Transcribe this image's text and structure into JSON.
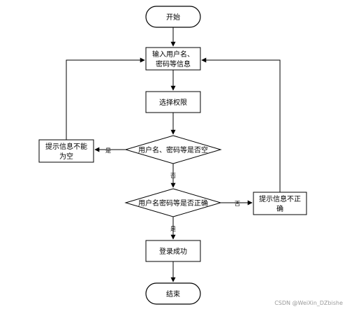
{
  "nodes": {
    "start": {
      "label": "开始"
    },
    "input": {
      "line1": "输入用户名、",
      "line2": "密码等信息"
    },
    "select": {
      "label": "选择权限"
    },
    "check_empty": {
      "label": "用户名、密码等是否空"
    },
    "empty_msg": {
      "line1": "提示信息不能",
      "line2": "为空"
    },
    "check_correct": {
      "label": "用户名密码等是否正确"
    },
    "wrong_msg": {
      "line1": "提示信息不正",
      "line2": "确"
    },
    "success": {
      "label": "登录成功"
    },
    "end": {
      "label": "结束"
    }
  },
  "edges": {
    "empty_yes": "是",
    "empty_no": "否",
    "correct_no": "否",
    "correct_yes": "是"
  },
  "watermark": "CSDN @WeiXin_DZbishe"
}
